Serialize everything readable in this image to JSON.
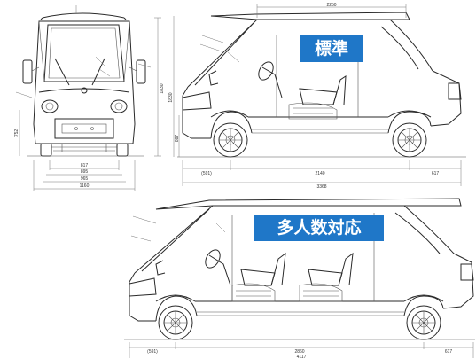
{
  "badges": {
    "standard": "標準",
    "multi": "多人数対応"
  },
  "front_view": {
    "width_dims": [
      "817",
      "895",
      "965",
      "1160"
    ],
    "height_dim": "1830",
    "side_dim": "752"
  },
  "standard_view": {
    "top_dim": "2250",
    "bottom_dims": [
      "(591)",
      "2140",
      "617"
    ],
    "overall_length": "3368",
    "height_dims": [
      "1830",
      "887"
    ]
  },
  "multi_view": {
    "bottom_dims": [
      "(591)",
      "2860",
      "617"
    ],
    "overall_length": "4117"
  }
}
